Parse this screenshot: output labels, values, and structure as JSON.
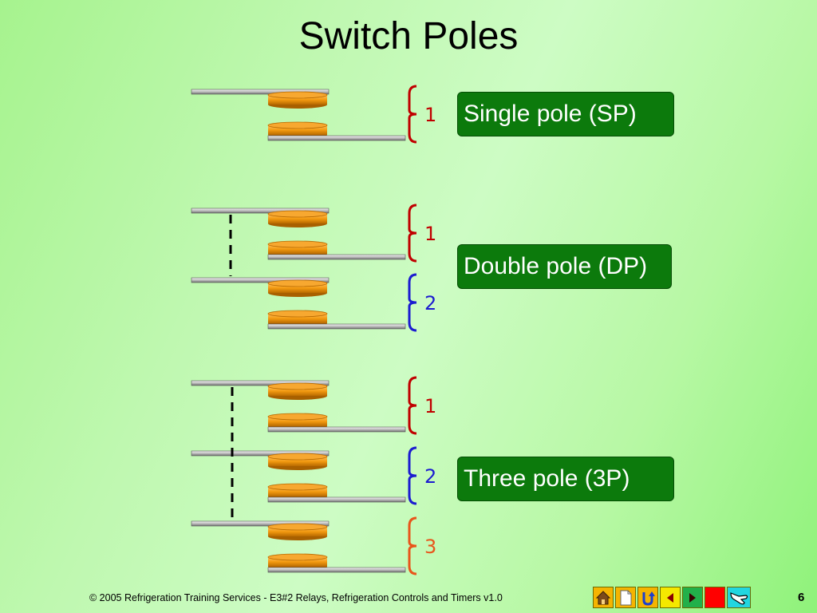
{
  "title": "Switch Poles",
  "groups": [
    {
      "id": "sp",
      "label": "Single pole (SP)",
      "poles": [
        "1"
      ]
    },
    {
      "id": "dp",
      "label": "Double pole (DP)",
      "poles": [
        "1",
        "2"
      ]
    },
    {
      "id": "3p",
      "label": "Three pole (3P)",
      "poles": [
        "1",
        "2",
        "3"
      ]
    }
  ],
  "colors": {
    "background": "#bff8b0",
    "badge": "#0c7a0c",
    "badge_text": "#ffffff",
    "contact": "#f39a10",
    "pole_1": "#c00000",
    "pole_2": "#1c1cd0",
    "pole_3": "#e8551b"
  },
  "footer": {
    "copyright": "© 2005 Refrigeration Training Services - E3#2 Relays, Refrigeration Controls and Timers  v1.0",
    "page_number": "6"
  },
  "nav_buttons": [
    {
      "name": "home-icon",
      "color": "#f5b400"
    },
    {
      "name": "document-icon",
      "color": "#f5b400"
    },
    {
      "name": "return-icon",
      "color": "#f5b400"
    },
    {
      "name": "previous-arrow-icon",
      "color": "#f5e800"
    },
    {
      "name": "next-arrow-icon",
      "color": "#22b04a"
    },
    {
      "name": "stop-icon",
      "color": "#ff0000"
    },
    {
      "name": "pointer-hand-icon",
      "color": "#22d6e0"
    }
  ]
}
